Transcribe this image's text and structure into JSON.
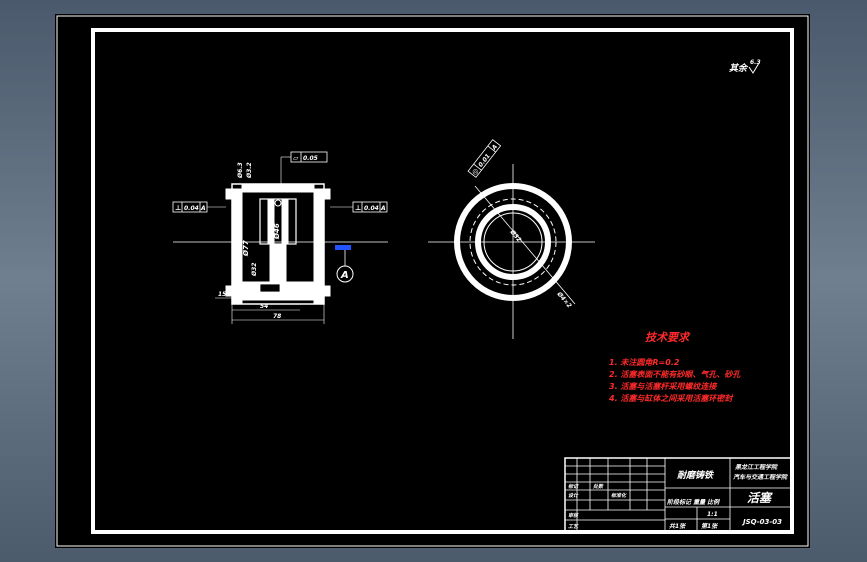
{
  "colors": {
    "background": "#5b6b7c",
    "paper": "#000000",
    "line": "#ffffff",
    "note": "#ff2a2a",
    "highlight": "#2255ff"
  },
  "roughness": {
    "symbol": "其余",
    "value": "6.3"
  },
  "left_view": {
    "tol_top": {
      "symbol": "▱",
      "value": "0.05"
    },
    "tol_left": {
      "symbol": "⊥",
      "value": "0.04",
      "datum": "A"
    },
    "tol_right": {
      "symbol": "⊥",
      "value": "0.04",
      "datum": "A"
    },
    "dim_small_1": "Ø6.3",
    "dim_small_2": "Ø3.2",
    "dim_dia_left": "Ø77",
    "dim_dia_center": "Ø46",
    "dim_dia_inner": "Ø32",
    "dim_bottom_1": "54",
    "dim_bottom_2": "78",
    "dim_side": "15",
    "section_label": "A"
  },
  "right_view": {
    "tol": {
      "symbol": "◎",
      "value": "0.01",
      "datum": "A"
    },
    "dim_diag": "Ø32",
    "dim_outer": "Ø4×2"
  },
  "notes": {
    "title": "技术要求",
    "items": [
      "1. 未注圆角R=0.2",
      "2. 活塞表面不能有砂眼、气孔、砂孔",
      "3. 活塞与活塞杆采用螺纹连接",
      "4. 活塞与缸体之间采用活塞环密封"
    ]
  },
  "title_block": {
    "material": "耐磨铸铁",
    "school_line1": "黑龙江工程学院",
    "school_line2": "汽车与交通工程学院",
    "part_name": "活塞",
    "left_row1_a": "标记",
    "left_row1_b": "处数",
    "left_row2_a": "设计",
    "left_row2_b": "标准化",
    "row_mid": "阶段标记  重量  比例",
    "row_scale": "1:1",
    "sheet_a": "共1张",
    "sheet_b": "第1张",
    "drawing_no": "JSQ-03-03",
    "check": "审核",
    "process": "工艺"
  }
}
